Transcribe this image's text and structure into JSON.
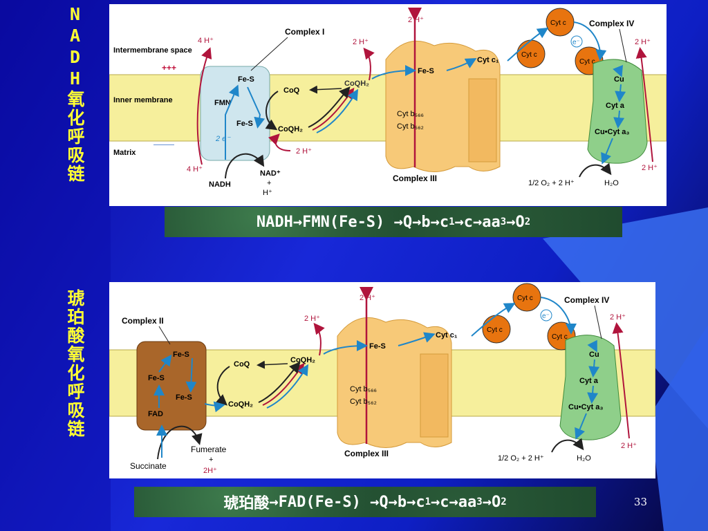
{
  "side_labels": {
    "top": "NADH氧化呼吸链",
    "bottom": "琥珀酸氧化呼吸链"
  },
  "diagram_top": {
    "intermembrane": "Intermembrane space",
    "plus": "+++",
    "inner": "Inner membrane",
    "matrix": "Matrix",
    "minus": "———",
    "complex1": "Complex I",
    "complex3": "Complex III",
    "complex4": "Complex IV",
    "fes": "Fe-S",
    "fmn": "FMN",
    "two_e": "2 e⁻",
    "nadh": "NADH",
    "nad": "NAD⁺",
    "nad_plus": "+",
    "nad_h": "H⁺",
    "h4_top": "4 H⁺",
    "h4_bottom": "4 H⁺",
    "h2_coq": "2 H⁺",
    "h2_center": "2 H⁺",
    "h2_matrix": "2 H⁺",
    "h2_c4_top": "2 H⁺",
    "h2_c4_bottom": "2 H⁺",
    "coq": "CoQ",
    "coqh2_top": "CoQH₂",
    "coqh2_bottom": "CoQH₂",
    "fes_c3": "Fe-S",
    "cytc1": "Cyt c₁",
    "cytb566": "Cyt b₅₆₆",
    "cytb562": "Cyt b₅₆₂",
    "cytc": "Cyt c",
    "e": "e⁻",
    "cu": "Cu",
    "cyta": "Cyt a",
    "cucyta3": "Cu•Cyt a₃",
    "o2": "1/2 O₂ + 2 H⁺",
    "h2o": "H₂O"
  },
  "diagram_bottom": {
    "complex2": "Complex II",
    "complex3": "Complex III",
    "complex4": "Complex IV",
    "fes1": "Fe-S",
    "fes2": "Fe-S",
    "fes3": "Fe-S",
    "fad": "FAD",
    "succinate": "Succinate",
    "fumerate": "Fumerate",
    "fum_plus": "+",
    "fum_h": "2H⁺",
    "coq": "CoQ",
    "coqh2_top": "CoQH₂",
    "coqh2_bottom": "CoQH₂",
    "h2_coq": "2 H⁺",
    "h2_center": "2 H⁺",
    "h2_c4_top": "2 H⁺",
    "h2_c4_bottom": "2 H⁺",
    "fes_c3": "Fe-S",
    "cytc1": "Cyt c₁",
    "cytb566": "Cyt b₅₆₆",
    "cytb562": "Cyt b₅₆₂",
    "cytc": "Cyt c",
    "e": "e⁻",
    "cu": "Cu",
    "cyta": "Cyt a",
    "cucyta3": "Cu•Cyt a₃",
    "o2": "1/2 O₂ + 2 H⁺",
    "h2o": "H₂O"
  },
  "eq_top": {
    "start": "NADH",
    "mid": "FMN(Fe-S)",
    "q": "Q",
    "b": "b",
    "c": "c",
    "c1sub": "1",
    "c2": "c",
    "aa": "aa",
    "aasub": "3",
    "o": "O",
    "osub": "2"
  },
  "eq_bottom": {
    "start": "琥珀酸",
    "mid": "FAD(Fe-S)",
    "q": "Q",
    "b": "b",
    "c": "c",
    "c1sub": "1",
    "c2": "c",
    "aa": "aa",
    "aasub": "3",
    "o": "O",
    "osub": "2"
  },
  "arrow": "→",
  "page_number": "33",
  "colors": {
    "membrane": "#f6ef9c",
    "complex1": "#cfe6ee",
    "complex2": "#a9662a",
    "complex3": "#f7c978",
    "complex4": "#8fcf8a",
    "cytc": "#e8740f",
    "proton_arrow": "#b0143c",
    "electron_arrow": "#1f86c9"
  }
}
